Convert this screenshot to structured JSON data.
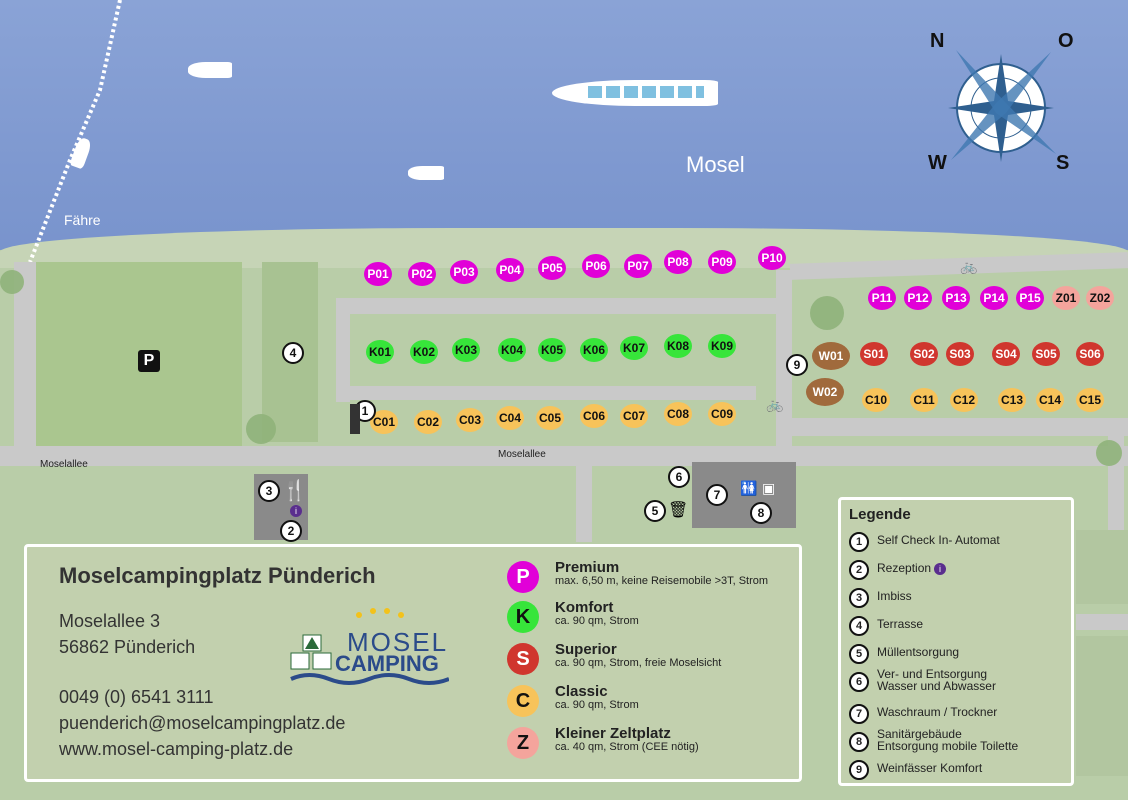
{
  "river": {
    "label": "Mosel"
  },
  "ferry": {
    "label": "Fähre"
  },
  "compass": {
    "n": "N",
    "e": "O",
    "w": "W",
    "s": "S"
  },
  "streets": {
    "left": "Moselallee",
    "right": "Moselallee"
  },
  "parking": {
    "label": "P"
  },
  "spots": {
    "premium": [
      "P01",
      "P02",
      "P03",
      "P04",
      "P05",
      "P06",
      "P07",
      "P08",
      "P09",
      "P10",
      "P11",
      "P12",
      "P13",
      "P14",
      "P15"
    ],
    "komfort": [
      "K01",
      "K02",
      "K03",
      "K04",
      "K05",
      "K06",
      "K07",
      "K08",
      "K09"
    ],
    "classic": [
      "C01",
      "C02",
      "C03",
      "C04",
      "C05",
      "C06",
      "C07",
      "C08",
      "C09",
      "C10",
      "C11",
      "C12",
      "C13",
      "C14",
      "C15"
    ],
    "superior": [
      "S01",
      "S02",
      "S03",
      "S04",
      "S05",
      "S06"
    ],
    "zelt": [
      "Z01",
      "Z02"
    ],
    "wein": [
      "W01",
      "W02"
    ]
  },
  "markers": [
    "1",
    "2",
    "3",
    "4",
    "5",
    "6",
    "7",
    "8",
    "9"
  ],
  "info": {
    "title": "Moselcampingplatz Pünderich",
    "street": "Moselallee 3",
    "city": "56862 Pünderich",
    "phone": "0049 (0) 6541 3111",
    "email": "puenderich@moselcampingplatz.de",
    "web": "www.mosel-camping-platz.de",
    "logo_top": "MOSEL",
    "logo_bottom": "CAMPING"
  },
  "categories": [
    {
      "letter": "P",
      "name": "Premium",
      "desc": "max. 6,50 m, keine Reisemobile >3T, Strom",
      "color": "#e100d8"
    },
    {
      "letter": "K",
      "name": "Komfort",
      "desc": "ca. 90 qm, Strom",
      "color": "#37e53a"
    },
    {
      "letter": "S",
      "name": "Superior",
      "desc": "ca. 90 qm, Strom, freie Moselsicht",
      "color": "#d0362e"
    },
    {
      "letter": "C",
      "name": "Classic",
      "desc": "ca. 90 qm, Strom",
      "color": "#f7c35a"
    },
    {
      "letter": "Z",
      "name": "Kleiner Zeltplatz",
      "desc": "ca. 40 qm, Strom (CEE nötig)",
      "color": "#f4a49c"
    }
  ],
  "legend": {
    "title": "Legende",
    "items": [
      {
        "n": "1",
        "text": "Self Check In- Automat"
      },
      {
        "n": "2",
        "text": "Rezeption"
      },
      {
        "n": "3",
        "text": "Imbiss"
      },
      {
        "n": "4",
        "text": "Terrasse"
      },
      {
        "n": "5",
        "text": "Müllentsorgung"
      },
      {
        "n": "6",
        "text": "Ver- und Entsorgung",
        "text2": "Wasser und Abwasser"
      },
      {
        "n": "7",
        "text": "Waschraum / Trockner"
      },
      {
        "n": "8",
        "text": "Sanitärgebäude",
        "text2": "Entsorgung mobile Toilette"
      },
      {
        "n": "9",
        "text": "Weinfässer Komfort"
      }
    ]
  }
}
